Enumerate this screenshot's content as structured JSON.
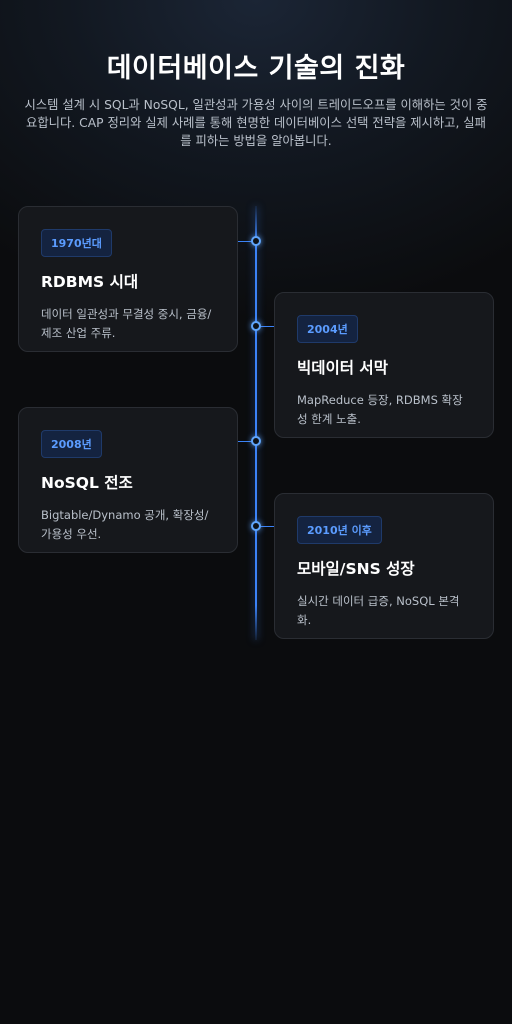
{
  "header": {
    "title": "데이터베이스 기술의 진화",
    "subtitle": "시스템 설계 시 SQL과 NoSQL, 일관성과 가용성 사이의 트레이드오프를 이해하는 것이 중요합니다. CAP 정리와 실제 사례를 통해 현명한 데이터베이스 선택 전략을 제시하고, 실패를 피하는 방법을 알아봅니다."
  },
  "timeline": {
    "accent_color": "#3b82f6",
    "items": [
      {
        "period": "1970년대",
        "title": "RDBMS 시대",
        "description": "데이터 일관성과 무결성 중시, 금융/제조 산업 주류."
      },
      {
        "period": "2004년",
        "title": "빅데이터 서막",
        "description": "MapReduce 등장, RDBMS 확장성 한계 노출."
      },
      {
        "period": "2008년",
        "title": "NoSQL 전조",
        "description": "Bigtable/Dynamo 공개, 확장성/가용성 우선."
      },
      {
        "period": "2010년 이후",
        "title": "모바일/SNS 성장",
        "description": "실시간 데이터 급증, NoSQL 본격화."
      }
    ]
  }
}
